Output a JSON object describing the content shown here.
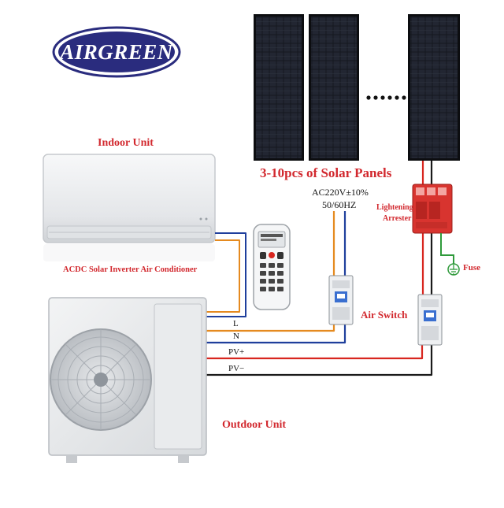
{
  "logo": {
    "text": "AIRGREEN"
  },
  "labels": {
    "indoor_unit": "Indoor Unit",
    "solar_panels": "3-10pcs of Solar Panels",
    "ac_voltage": "AC220V±10%",
    "frequency": "50/60HZ",
    "lightening_line1": "Lightening",
    "lightening_line2": "Arrester",
    "fuse": "Fuse",
    "product_name": "ACDC Solar Inverter Air Conditioner",
    "air_switch": "Air Switch",
    "outdoor_unit": "Outdoor Unit"
  },
  "wires": {
    "l": "L",
    "n": "N",
    "pv_plus": "PV+",
    "pv_minus": "PV−"
  },
  "colors": {
    "brand_navy": "#2a2c7e",
    "label_red": "#d2282e",
    "wire_orange": "#e58a1f",
    "wire_blue": "#1f3f9c",
    "wire_red": "#d8261f",
    "wire_black": "#1a1a1a",
    "panel_dark": "#14161c",
    "arrester_red": "#d8342f",
    "ground_green": "#2f9a3b"
  },
  "icons": [
    "ground-icon",
    "fan-icon",
    "remote-control-icon",
    "air-switch-icon",
    "surge-arrester-icon",
    "solar-panel-icon"
  ]
}
